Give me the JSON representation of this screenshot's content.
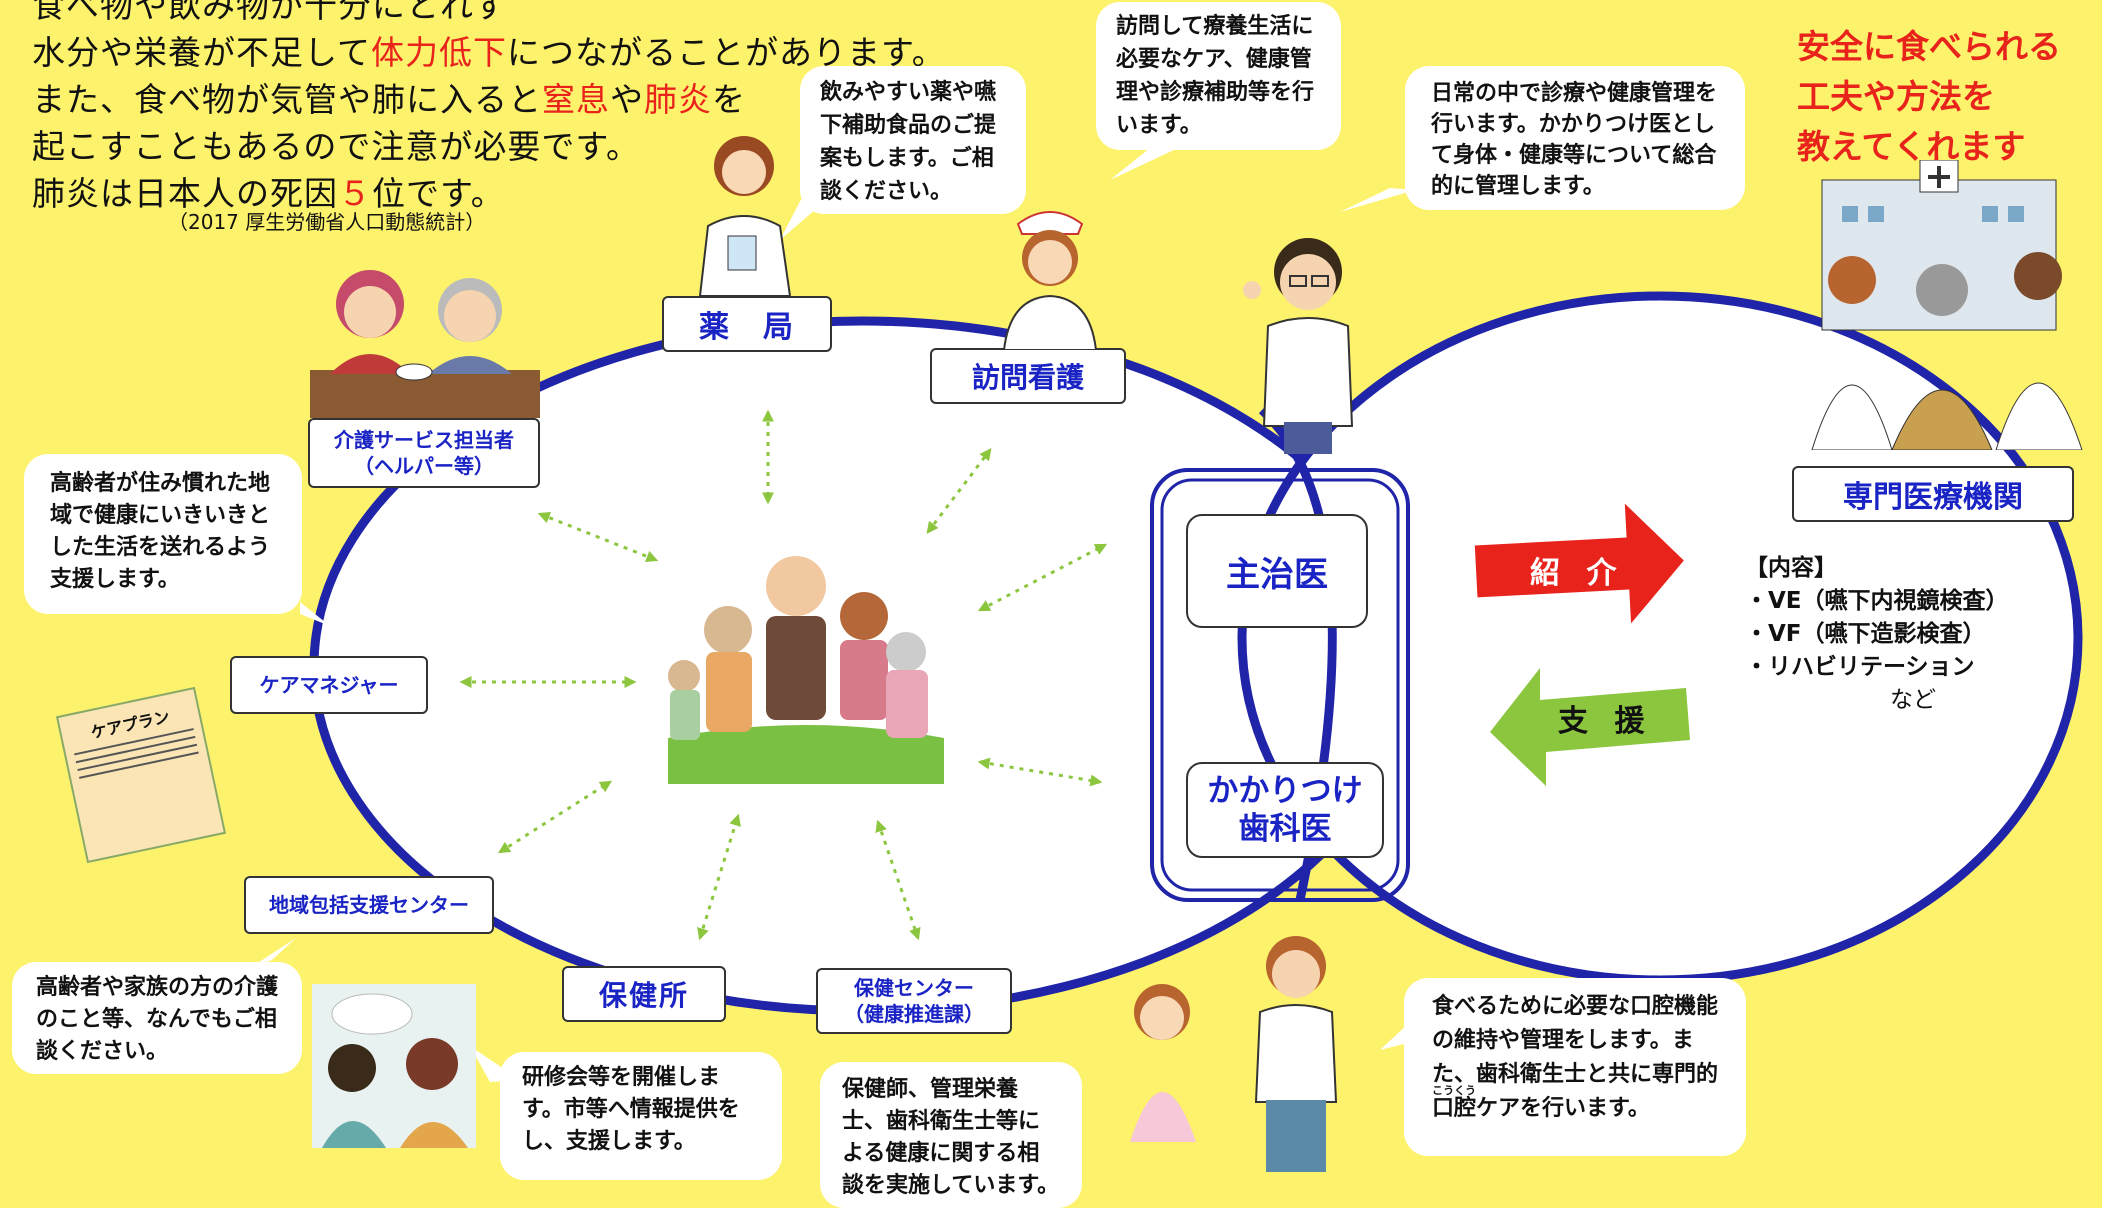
{
  "intro": {
    "line0": "食べ物や飲み物が十分にとれず",
    "line1_pre": "水分や栄養が不足して",
    "line1_red": "体力低下",
    "line1_post": "につながることがあります。",
    "line2_pre": "また、食べ物が気管や肺に入ると",
    "line2_red1": "窒息",
    "line2_mid": "や",
    "line2_red2": "肺炎",
    "line2_post": "を",
    "line3": "起こすこともあるので注意が必要です。",
    "line4_pre": "肺炎は日本人の死因",
    "line4_red": "５",
    "line4_post": "位です。",
    "source": "（2017 厚生労働省人口動態統計）"
  },
  "labels": {
    "pharmacy": "薬　局",
    "home_nursing": "訪問看護",
    "care_service_line1": "介護サービス担当者",
    "care_service_line2": "（ヘルパー等）",
    "care_manager": "ケアマネジャー",
    "community_center": "地域包括支援センター",
    "health_office": "保健所",
    "health_center_line1": "保健センター",
    "health_center_line2": "（健康推進課）",
    "primary_doctor": "主治医",
    "family_dentist_line1": "かかりつけ",
    "family_dentist_line2": "歯科医",
    "specialist": "専門医療機関",
    "care_plan_doc": "ケアプラン"
  },
  "bubbles": {
    "pharmacy": "飲みやすい薬や嚥下補助食品のご提案もします。ご相談ください。",
    "nursing": "訪問して療養生活に必要なケア、健康管理や診療補助等を行います。",
    "doctor": "日常の中で診療や健康管理を行います。かかりつけ医として身体・健康等について総合的に管理します。",
    "care_service": "高齢者が住み慣れた地域で健康にいきいきとした生活を送れるよう支援します。",
    "community": "高齢者や家族の方の介護のこと等、なんでもご相談ください。",
    "health_office": "研修会等を開催します。市等へ情報提供をし、支援します。",
    "health_center": "保健師、管理栄養士、歯科衛生士等による健康に関する相談を実施しています。",
    "dentist_pre": "食べるために必要な口腔機能の維持や管理をします。また、歯科衛生士と共に専門的",
    "dentist_ruby_base": "口腔",
    "dentist_ruby": "こうくう",
    "dentist_post": "ケアを行います。"
  },
  "specialist_head": {
    "line1": "安全に食べられる",
    "line2": "工夫や方法を",
    "line3": "教えてくれます"
  },
  "arrows": {
    "referral": "紹 介",
    "support": "支 援"
  },
  "contents": {
    "title": "【内容】",
    "items": [
      "・VE（嚥下内視鏡検査）",
      "・VF（嚥下造影検査）",
      "・リハビリテーション"
    ],
    "etc": "など"
  },
  "colors": {
    "background": "#fdf26b",
    "ellipse": "#1f24a8",
    "label_text": "#1a23c4",
    "highlight_red": "#e8231c",
    "referral_arrow": "#e8231c",
    "support_arrow": "#8cc63f",
    "dotted_arrow": "#8cc63f"
  }
}
